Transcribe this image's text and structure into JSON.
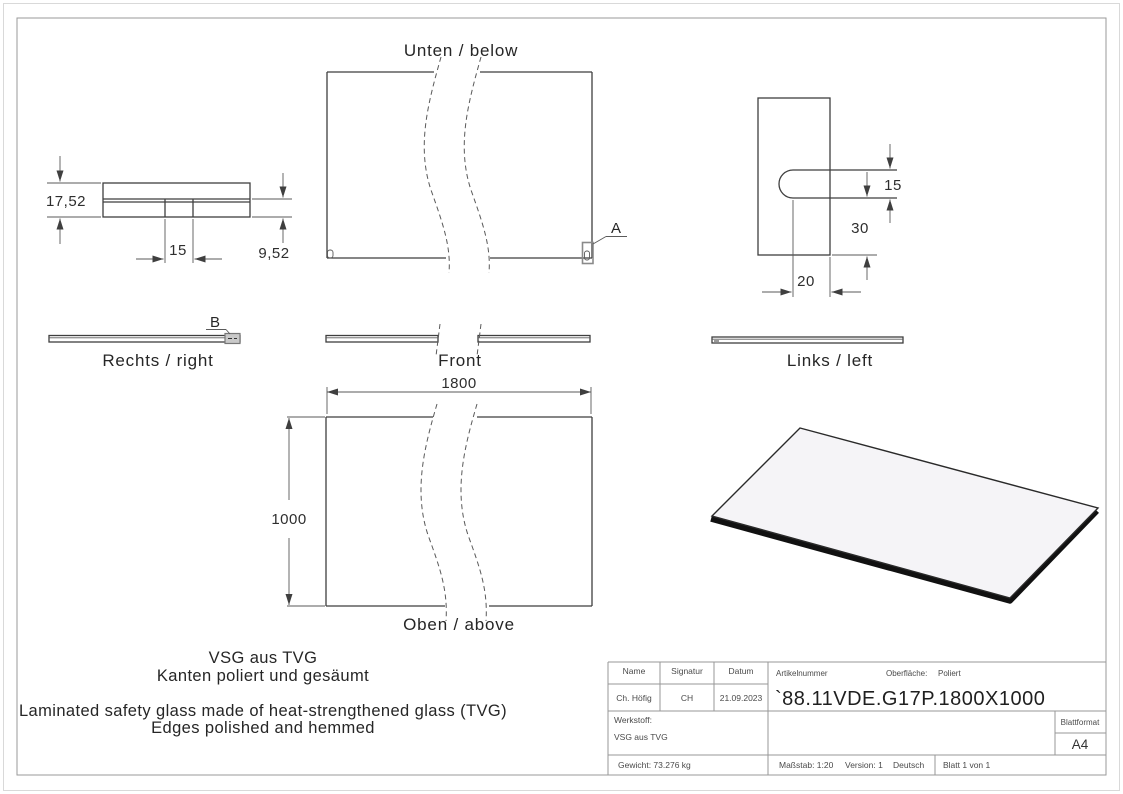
{
  "sheet": {
    "views": {
      "unten": {
        "label": "Unten / below",
        "detail_marker": "A"
      },
      "section": {
        "dim_thickness_total": "17,52",
        "dim_slot_width": "15",
        "dim_pane_plus_interlayer": "9,52"
      },
      "detail_corner": {
        "dim_slot_width": "15",
        "dim_slot_to_edge": "30",
        "dim_slot_depth": "20"
      },
      "rechts": {
        "label": "Rechts / right",
        "detail_marker": "B"
      },
      "front": {
        "label": "Front"
      },
      "links": {
        "label": "Links / left"
      },
      "oben": {
        "label": "Oben / above",
        "dim_width": "1800",
        "dim_height": "1000"
      }
    },
    "notes": {
      "de_line1": "VSG aus TVG",
      "de_line2": "Kanten poliert und gesäumt",
      "en_line1": "Laminated safety glass made of heat-strengthened glass (TVG)",
      "en_line2": "Edges polished and hemmed"
    },
    "title_block": {
      "name_label": "Name",
      "signatur_label": "Signatur",
      "datum_label": "Datum",
      "name_value": "Ch. Höfig",
      "signatur_value": "CH",
      "datum_value": "21.09.2023",
      "artikelnummer_label": "Artikelnummer",
      "artikelnummer_value": "`88.11VDE.G17P.1800X1000",
      "oberflaeche_label": "Oberfläche:",
      "oberflaeche_value": "Poliert",
      "werkstoff_label": "Werkstoff:",
      "werkstoff_value": "VSG aus TVG",
      "blattformat_label": "Blattformat",
      "blattformat_value": "A4",
      "gewicht": "Gewicht: 73.276 kg",
      "massstab": "Maßstab: 1:20",
      "version": "Version: 1",
      "sprache": "Deutsch",
      "blatt": "Blatt 1 von 1"
    },
    "colors": {
      "part_edge": "#3f3f3f",
      "thin_line": "#5a5a5a",
      "table_line": "#979797",
      "text": "#262626",
      "face_fill": "#f5f4f7",
      "thickness_edge": "#111111",
      "background": "#ffffff"
    }
  }
}
